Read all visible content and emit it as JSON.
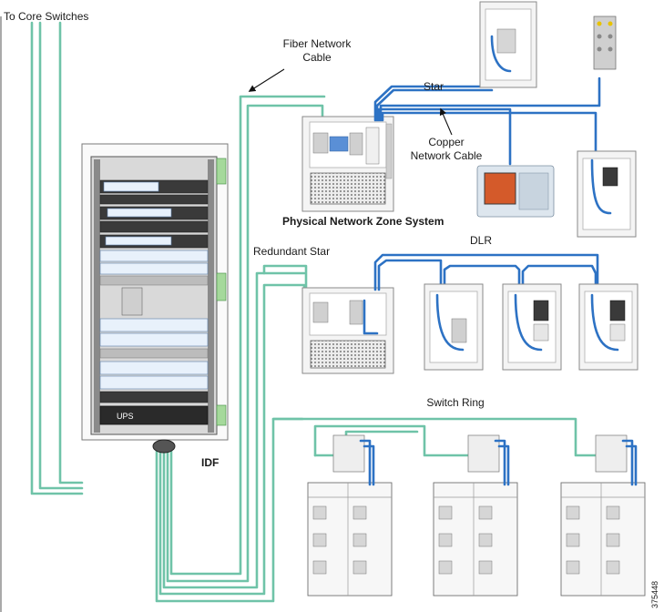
{
  "labels": {
    "to_core": "To Core Switches",
    "fiber_cable": [
      "Fiber Network",
      "Cable"
    ],
    "star": "Star",
    "copper_cable": [
      "Copper",
      "Network Cable"
    ],
    "pnzs": "Physical Network Zone System",
    "redundant_star": "Redundant Star",
    "dlr": "DLR",
    "switch_ring": "Switch Ring",
    "idf": "IDF",
    "ups": "UPS",
    "figure_id": "375448"
  },
  "colors": {
    "fiber": "#6fc3a8",
    "copper": "#2d72c4",
    "enclosure": "#f4f4f4",
    "rack": "#3a3a3a"
  }
}
